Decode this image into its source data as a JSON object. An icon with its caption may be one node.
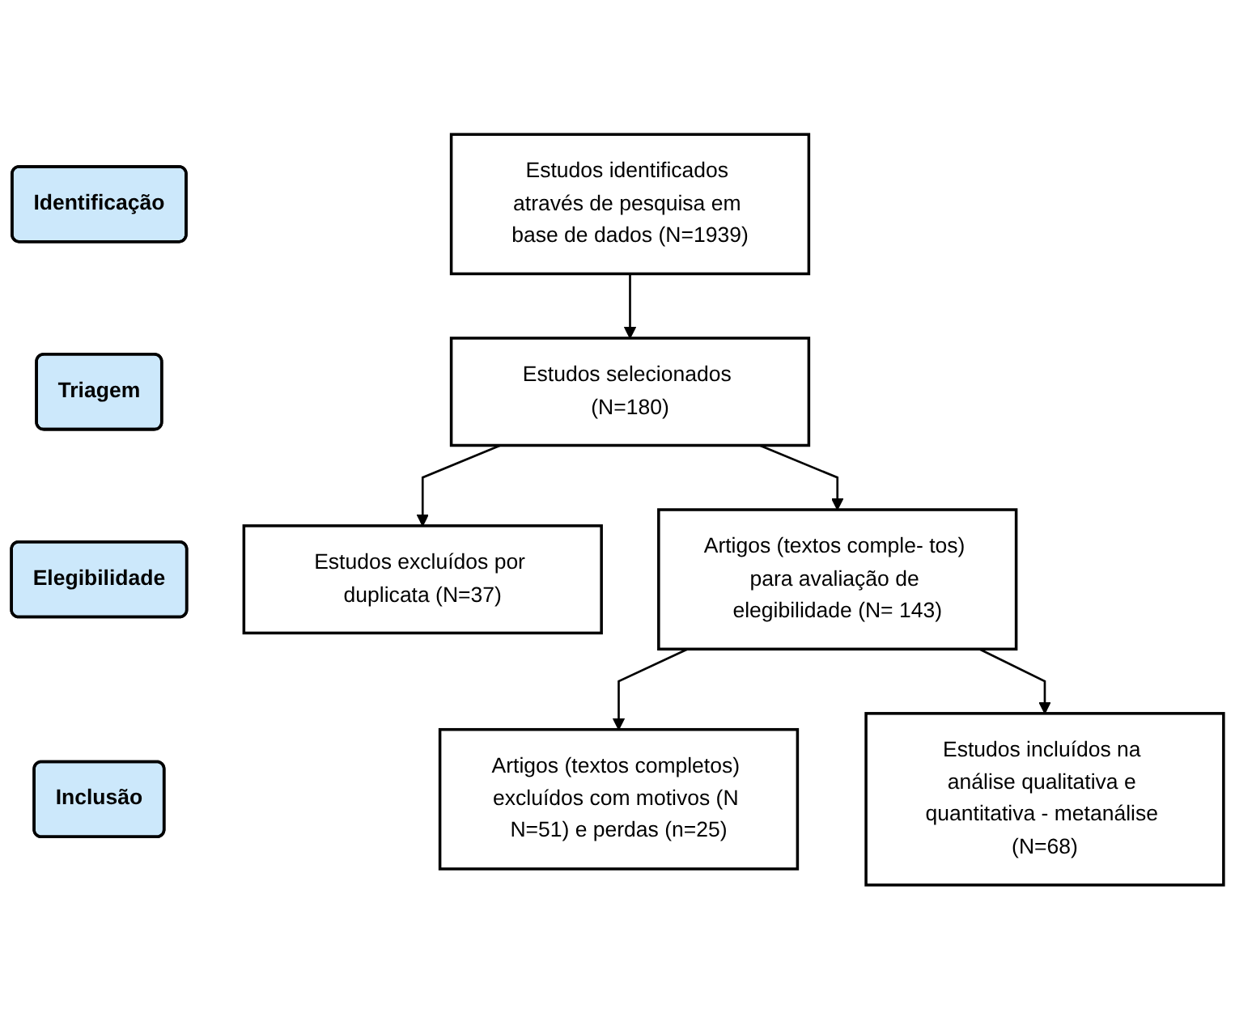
{
  "diagram": {
    "nodes": [
      {
        "text": [
          "Identificação"
        ]
      },
      {
        "text": [
          "Estudos identificados através de pesquisa em base de dados (N=1939)"
        ]
      },
      {
        "text": [
          "Triagem"
        ]
      },
      {
        "text": [
          "Estudos selecionados (N=180)"
        ]
      },
      {
        "text": [
          "Estudos excluídos por duplicata (N=37)"
        ]
      },
      {
        "text": [
          "Elegibilidade"
        ]
      },
      {
        "text": [
          "Artigos (textos comple- tos) para avaliação de elegibilidade (N= 143)"
        ]
      },
      {
        "text": [
          "Artigos (textos completos) excluídos com motivos (N N=51) e perdas (n=25)"
        ]
      },
      {
        "text": [
          "Inclusão"
        ]
      },
      {
        "text": [
          "Estudos incluídos na análise qualitativa e quantitativa - metanálise (N=68)"
        ]
      }
    ],
    "edges": [
      {
        "from": 1,
        "to": 3,
        "arrow": "to"
      },
      {
        "from": 3,
        "to": 4,
        "arrow": "to"
      },
      {
        "from": 3,
        "to": 6,
        "arrow": "to"
      },
      {
        "from": 6,
        "to": 7,
        "arrow": "to"
      },
      {
        "from": 6,
        "to": 9,
        "arrow": "to"
      }
    ]
  }
}
